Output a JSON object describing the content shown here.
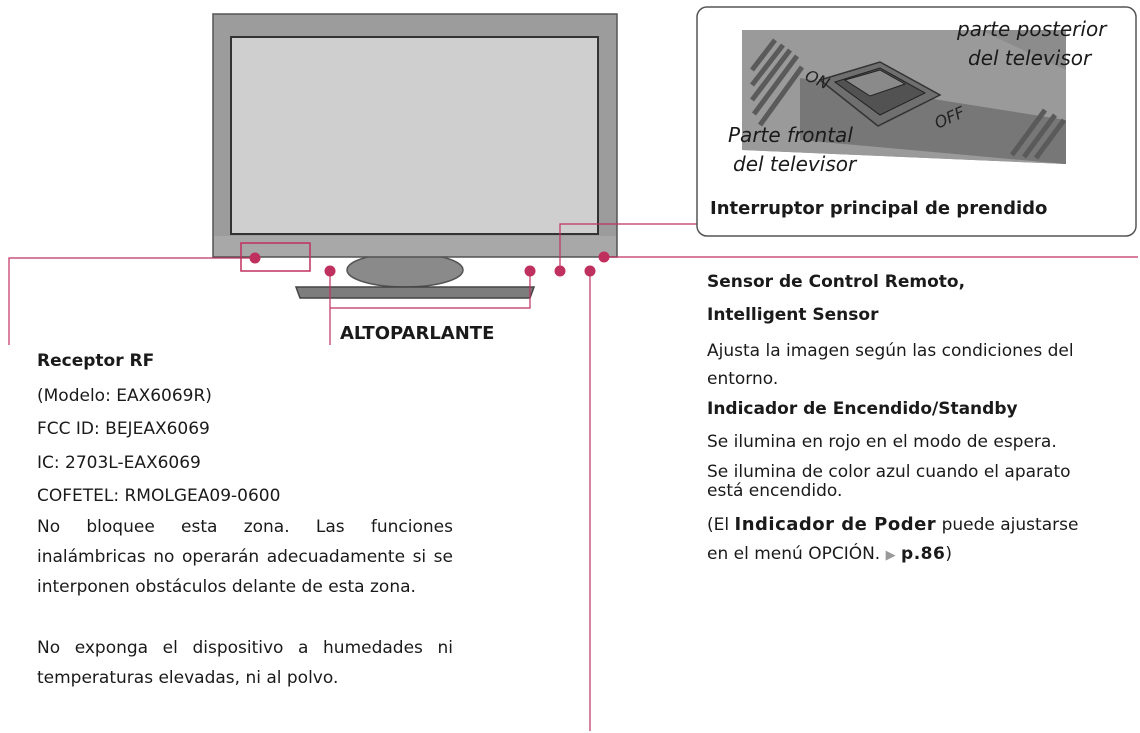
{
  "inset": {
    "rear_label_1": "parte posterior",
    "rear_label_2": "del televisor",
    "front_label_1": "Parte frontal",
    "front_label_2": "del televisor",
    "switch_on": "ON",
    "switch_off": "OFF",
    "caption": "Interruptor principal de prendido"
  },
  "speaker": {
    "label": "ALTOPARLANTE"
  },
  "rf_receiver": {
    "title": "Receptor RF",
    "lines": [
      "(Modelo: EAX6069R)",
      "FCC ID: BEJEAX6069",
      "IC: 2703L-EAX6069",
      "COFETEL: RMOLGEA09-0600"
    ],
    "warning_1": "No bloquee esta zona. Las funciones inalámbricas no operarán adecuadamente si se interponen obstáculos delante de esta zona.",
    "warning_2": "No exponga el dispositivo a humedades ni temperaturas elevadas, ni al polvo."
  },
  "sensor": {
    "title_1": "Sensor de Control Remoto,",
    "title_2": "Intelligent Sensor",
    "desc_1": "Ajusta la imagen según las condiciones del",
    "desc_2": "entorno."
  },
  "power_indicator": {
    "title": "Indicador de Encendido/Standby",
    "line_1": "Se ilumina en rojo en el modo de espera.",
    "line_2": "Se ilumina de color azul cuando el aparato",
    "line_3": "está encendido.",
    "note_prefix": "(El ",
    "note_keyword": "Indicador de Poder",
    "note_mid": " puede ajustarse",
    "note_line2_prefix": "en el menú OPCIÓN. ",
    "note_arrow": "▶",
    "note_page": "p.86",
    "note_close": ")"
  }
}
